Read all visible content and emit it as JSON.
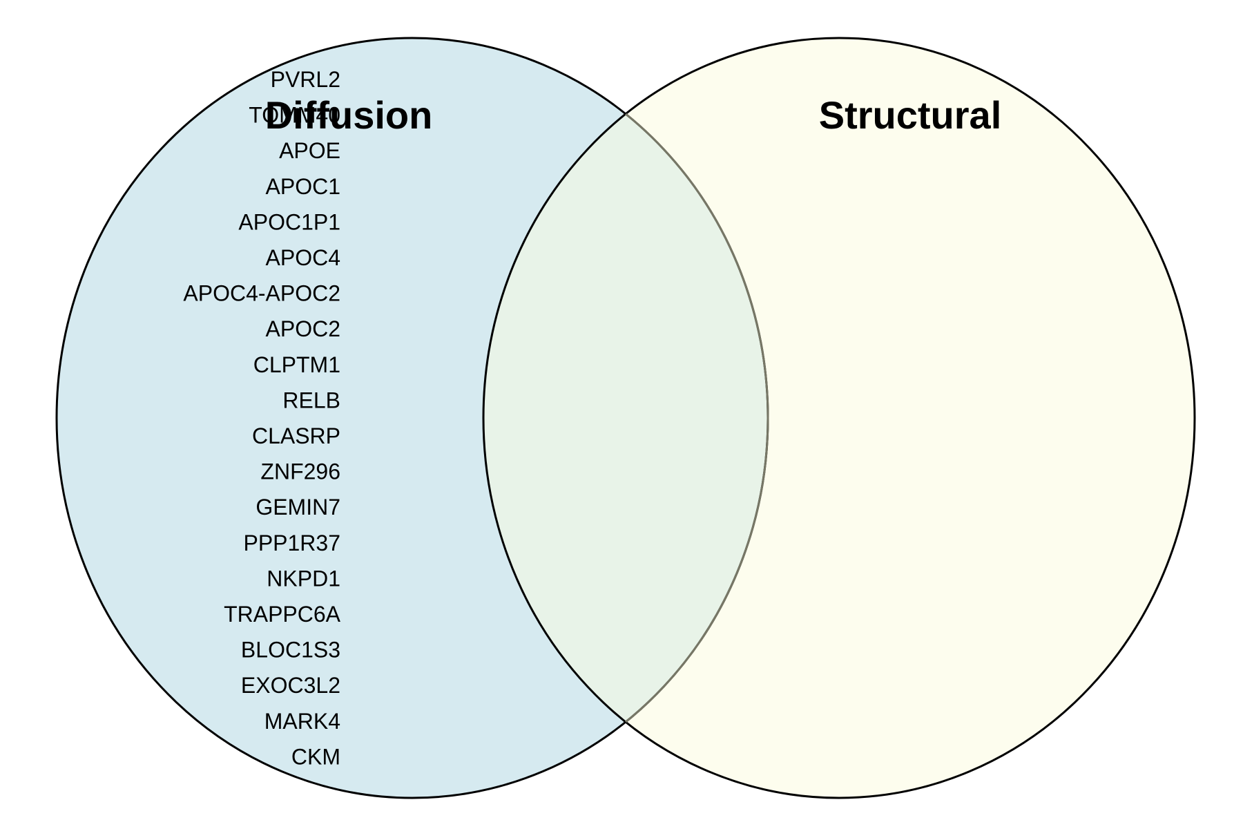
{
  "diagram": {
    "type": "venn",
    "sets": [
      {
        "id": "diffusion",
        "label": "Diffusion",
        "fill": "#d6eaf0",
        "stroke": "#000000"
      },
      {
        "id": "structural",
        "label": "Structural",
        "fill": "#fdfdee",
        "stroke": "#000000"
      }
    ],
    "overlap_fill": "#e8f3e8",
    "regions": {
      "diffusion_only": [
        "PVRL2",
        "TOMM40",
        "APOE",
        "APOC1",
        "APOC1P1",
        "APOC4",
        "APOC4-APOC2",
        "APOC2",
        "CLPTM1",
        "RELB",
        "CLASRP",
        "ZNF296",
        "GEMIN7",
        "PPP1R37",
        "NKPD1",
        "TRAPPC6A",
        "BLOC1S3",
        "EXOC3L2",
        "MARK4",
        "CKM"
      ],
      "both": [],
      "structural_only": []
    }
  }
}
